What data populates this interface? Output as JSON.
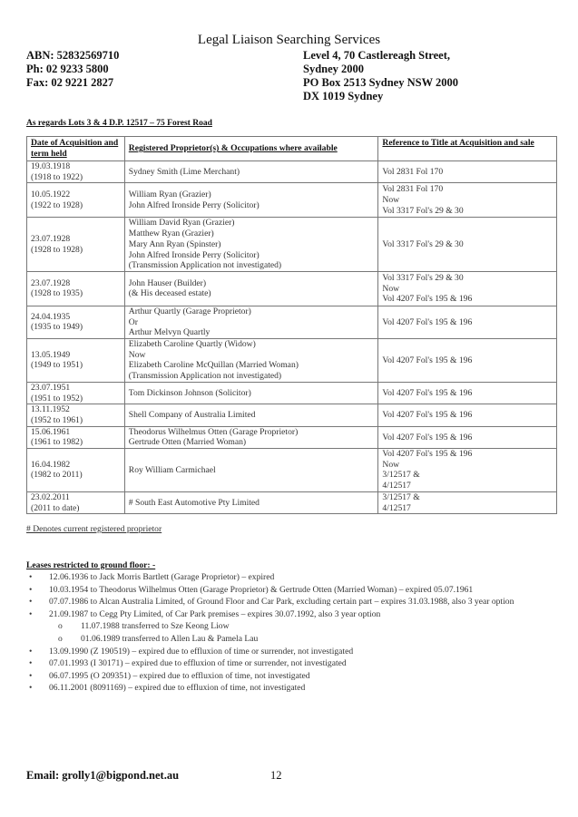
{
  "header": {
    "title": "Legal Liaison Searching Services",
    "abn": "ABN: 52832569710",
    "phone": "Ph: 02 9233 5800",
    "fax": "Fax: 02 9221 2827",
    "address_lines": [
      "Level 4, 70 Castlereagh Street,",
      "Sydney 2000",
      "PO Box 2513 Sydney NSW 2000",
      "DX 1019 Sydney"
    ]
  },
  "regards": "As regards Lots 3 & 4 D.P. 12517 – 75 Forest Road",
  "table": {
    "columns": [
      "Date of Acquisition and term held",
      "Registered Proprietor(s) & Occupations where available",
      "Reference to Title at Acquisition and sale"
    ],
    "rows": [
      {
        "date": [
          "19.03.1918",
          "(1918 to 1922)"
        ],
        "proprietors": [
          "Sydney Smith (Lime Merchant)"
        ],
        "reference": [
          "Vol 2831 Fol 170"
        ]
      },
      {
        "date": [
          "10.05.1922",
          "(1922 to 1928)"
        ],
        "proprietors": [
          "William Ryan (Grazier)",
          "John Alfred Ironside Perry (Solicitor)"
        ],
        "reference": [
          "Vol 2831 Fol 170",
          "Now",
          "Vol 3317 Fol's 29 & 30"
        ]
      },
      {
        "date": [
          "23.07.1928",
          "(1928 to 1928)"
        ],
        "proprietors": [
          "William David Ryan (Grazier)",
          "Matthew Ryan (Grazier)",
          "Mary Ann Ryan (Spinster)",
          "John Alfred Ironside Perry (Solicitor)",
          "(Transmission Application not investigated)"
        ],
        "reference": [
          "Vol 3317 Fol's 29 & 30"
        ]
      },
      {
        "date": [
          "23.07.1928",
          "(1928 to 1935)"
        ],
        "proprietors": [
          "John Hauser (Builder)",
          "(& His deceased estate)"
        ],
        "reference": [
          "Vol 3317 Fol's 29 & 30",
          "Now",
          "Vol 4207 Fol's 195 & 196"
        ]
      },
      {
        "date": [
          "24.04.1935",
          "(1935 to 1949)"
        ],
        "proprietors": [
          "Arthur Quartly (Garage Proprietor)",
          "Or",
          "Arthur Melvyn Quartly"
        ],
        "reference": [
          "Vol 4207 Fol's 195 & 196"
        ]
      },
      {
        "date": [
          "13.05.1949",
          "(1949 to 1951)"
        ],
        "proprietors": [
          "Elizabeth Caroline Quartly (Widow)",
          "Now",
          "Elizabeth Caroline McQuillan (Married Woman)",
          "(Transmission Application not investigated)"
        ],
        "reference": [
          "Vol 4207 Fol's 195 & 196"
        ]
      },
      {
        "date": [
          "23.07.1951",
          "(1951 to 1952)"
        ],
        "proprietors": [
          "Tom Dickinson Johnson (Solicitor)"
        ],
        "reference": [
          "Vol 4207 Fol's 195 & 196"
        ]
      },
      {
        "date": [
          "13.11.1952",
          "(1952 to 1961)"
        ],
        "proprietors": [
          "Shell Company of Australia Limited"
        ],
        "reference": [
          "Vol 4207 Fol's 195 & 196"
        ]
      },
      {
        "date": [
          "15.06.1961",
          "(1961 to 1982)"
        ],
        "proprietors": [
          "Theodorus Wilhelmus Otten (Garage Proprietor)",
          "Gertrude Otten (Married Woman)"
        ],
        "reference": [
          "Vol 4207 Fol's 195 & 196"
        ]
      },
      {
        "date": [
          "16.04.1982",
          "(1982 to 2011)"
        ],
        "proprietors": [
          "Roy William Carmichael"
        ],
        "reference": [
          "Vol 4207 Fol's 195 & 196",
          "Now",
          "3/12517 &",
          "4/12517"
        ]
      },
      {
        "date": [
          "23.02.2011",
          "(2011 to date)"
        ],
        "proprietors": [
          "# South East Automotive Pty Limited"
        ],
        "reference": [
          "3/12517 &",
          "4/12517"
        ]
      }
    ]
  },
  "note": "# Denotes current registered proprietor",
  "leases": {
    "title": "Leases restricted to ground floor: -",
    "bullet": "•",
    "sub_bullet": "o",
    "items": [
      {
        "text": "12.06.1936 to Jack Morris Bartlett (Garage Proprietor) – expired",
        "sub": false
      },
      {
        "text": "10.03.1954 to Theodorus Wilhelmus Otten (Garage Proprietor) & Gertrude Otten (Married Woman) – expired 05.07.1961",
        "sub": false
      },
      {
        "text": "07.07.1986 to Alcan Australia Limited, of Ground Floor and Car Park, excluding certain part – expires 31.03.1988, also 3 year option",
        "sub": false
      },
      {
        "text": "21.09.1987 to Cegg Pty Limited, of Car Park premises – expires 30.07.1992, also 3 year option",
        "sub": false
      },
      {
        "text": "11.07.1988 transferred to Sze Keong Liow",
        "sub": true
      },
      {
        "text": "01.06.1989 transferred to Allen Lau & Pamela Lau",
        "sub": true
      },
      {
        "text": "13.09.1990 (Z 190519) – expired due to effluxion of time or surrender, not investigated",
        "sub": false
      },
      {
        "text": "07.01.1993 (I 30171) – expired due to effluxion of time or surrender, not investigated",
        "sub": false
      },
      {
        "text": "06.07.1995 (O 209351) – expired due to effluxion of time, not investigated",
        "sub": false
      },
      {
        "text": "06.11.2001 (8091169) – expired due to effluxion of time, not investigated",
        "sub": false
      }
    ]
  },
  "footer": {
    "email": "Email: grolly1@bigpond.net.au",
    "page_number": "12"
  }
}
